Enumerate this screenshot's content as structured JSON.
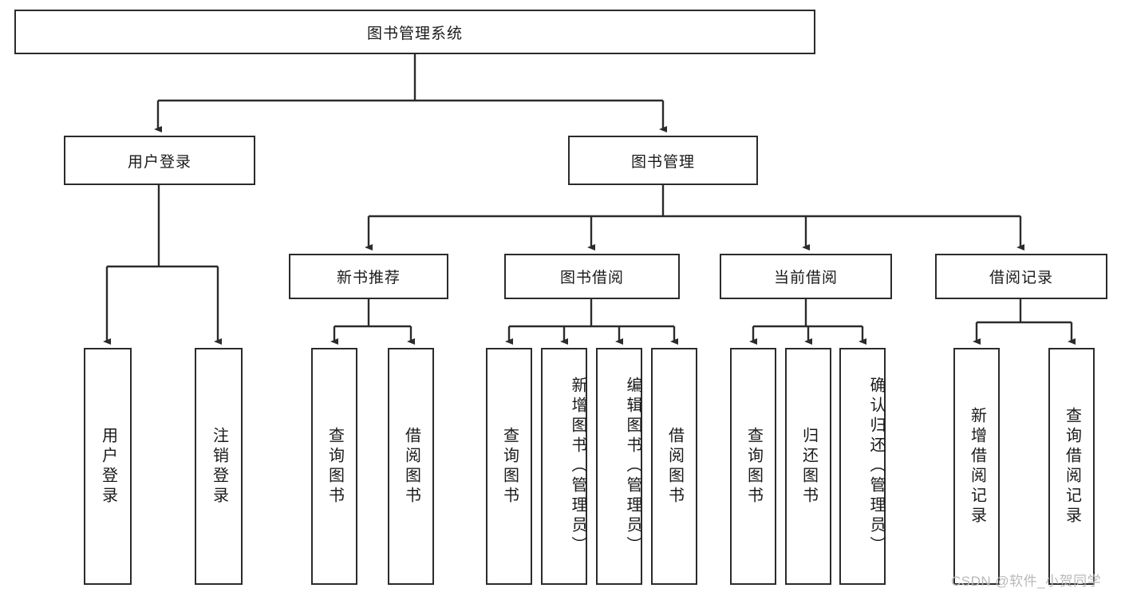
{
  "diagram": {
    "type": "tree",
    "title": "图书管理系统",
    "root": {
      "label": "图书管理系统"
    },
    "level1": [
      {
        "label": "用户登录"
      },
      {
        "label": "图书管理"
      }
    ],
    "level2": [
      {
        "label": "新书推荐"
      },
      {
        "label": "图书借阅"
      },
      {
        "label": "当前借阅"
      },
      {
        "label": "借阅记录"
      }
    ],
    "leaves": {
      "user_login": [
        {
          "label": "用户登录"
        },
        {
          "label": "注销登录"
        }
      ],
      "new_book_recommend": [
        {
          "label": "查询图书"
        },
        {
          "label": "借阅图书"
        }
      ],
      "book_borrow": [
        {
          "label": "查询图书"
        },
        {
          "label": "新增图书（管理员）"
        },
        {
          "label": "编辑图书（管理员）"
        },
        {
          "label": "借阅图书"
        }
      ],
      "current_borrow": [
        {
          "label": "查询图书"
        },
        {
          "label": "归还图书"
        },
        {
          "label": "确认归还（管理员）"
        }
      ],
      "borrow_record": [
        {
          "label": "新增借阅记录"
        },
        {
          "label": "查询借阅记录"
        }
      ]
    }
  },
  "watermark": {
    "text": "CSDN @软件_小贺同学"
  },
  "colors": {
    "border": "#2b2b2b",
    "background": "#ffffff",
    "text": "#1a1a1a",
    "watermark": "#b9b9b9"
  }
}
